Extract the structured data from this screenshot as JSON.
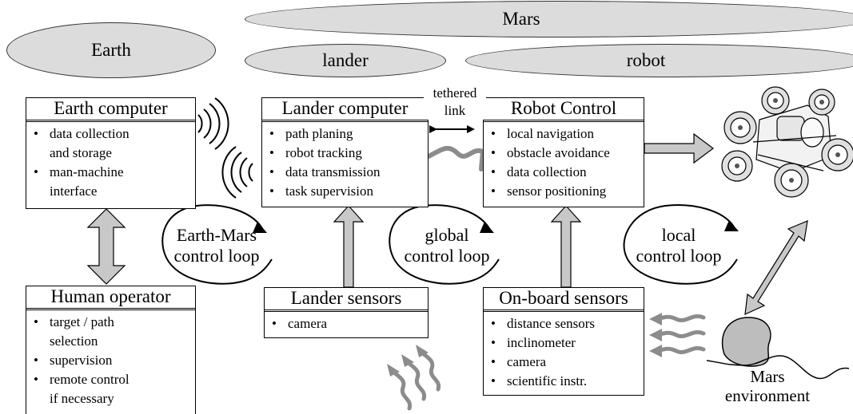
{
  "regions": {
    "mars": "Mars",
    "earth": "Earth",
    "lander": "lander",
    "robot": "robot"
  },
  "boxes": {
    "earth_computer": {
      "title": "Earth computer",
      "items": [
        "data collection\nand storage",
        "man-machine\ninterface"
      ]
    },
    "lander_computer": {
      "title": "Lander computer",
      "items": [
        "path planing",
        "robot tracking",
        "data transmission",
        "task supervision"
      ]
    },
    "robot_control": {
      "title": "Robot Control",
      "items": [
        "local navigation",
        "obstacle avoidance",
        "data collection",
        "sensor positioning"
      ]
    },
    "human_operator": {
      "title": "Human operator",
      "items": [
        "target / path\nselection",
        "supervision",
        "remote control\nif necessary"
      ]
    },
    "lander_sensors": {
      "title": "Lander sensors",
      "items": [
        "camera"
      ]
    },
    "onboard_sensors": {
      "title": "On-board sensors",
      "items": [
        "distance sensors",
        "inclinometer",
        "camera",
        "scientific instr."
      ]
    }
  },
  "labels": {
    "tethered_link": "tethered\nlink",
    "earth_mars_loop": "Earth-Mars\ncontrol loop",
    "global_loop": "global\ncontrol loop",
    "local_loop": "local\ncontrol loop",
    "mars_environment": "Mars\nenvironment"
  },
  "colors": {
    "ellipse_fill": "#dcdcdc",
    "arrow_fill": "#c8c8c8",
    "wave": "#8c8c8c"
  }
}
